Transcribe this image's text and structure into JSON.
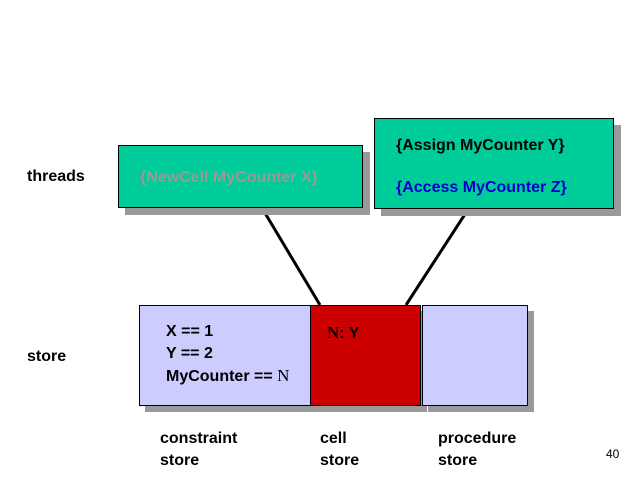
{
  "row_labels": {
    "threads": "threads",
    "store": "store"
  },
  "threads": {
    "left": {
      "text": "{NewCell MyCounter X}",
      "color": "#999999"
    },
    "right": {
      "line1": {
        "text": "{Assign MyCounter Y}",
        "color": "#000000"
      },
      "line2": {
        "text": "{Access MyCounter Z}",
        "color": "#0000cc"
      }
    },
    "box_color": "#00cc99"
  },
  "stores": {
    "constraint": {
      "lines": [
        {
          "prefix": "X == 1",
          "suffix": ""
        },
        {
          "prefix": "Y == 2",
          "suffix": ""
        },
        {
          "prefix": "MyCounter == ",
          "suffix": "N"
        }
      ],
      "color": "#ccccff",
      "caption": [
        "constraint",
        "store"
      ]
    },
    "cell": {
      "name": "N",
      "value": ": Y",
      "color": "#cc0000",
      "caption": [
        "cell",
        "store"
      ]
    },
    "procedure": {
      "color": "#ccccff",
      "caption": [
        "procedure",
        "store"
      ]
    }
  },
  "page_number": "40"
}
